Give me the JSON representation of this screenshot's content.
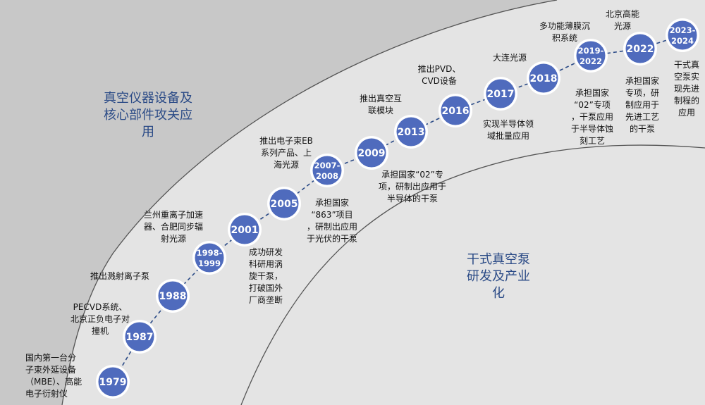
{
  "zones": {
    "upper": "真空仪器设备及\n核心部件攻关应\n用",
    "lower": "干式真空泵\n研发及产业\n化"
  },
  "colors": {
    "background": "#e4e4e4",
    "upper_band": "#c8c8c8",
    "node_fill": "#4f6bbd",
    "node_ring": "#ffffff",
    "zone_text": "#2a4a86",
    "timeline": "#2a4a86"
  },
  "milestones": [
    {
      "year": "1979",
      "note": "国内第一台分\n子束外延设备\n（MBE）、高能\n电子衍射仪"
    },
    {
      "year": "1987",
      "note": "PECVD系统、\n北京正负电子对\n撞机"
    },
    {
      "year": "1988",
      "note": "推出溅射离子泵"
    },
    {
      "year": "1998-\n1999",
      "note": "兰州重离子加速\n器、合肥同步辐\n射光源"
    },
    {
      "year": "2001",
      "note": "成功研发\n科研用涡\n旋干泵，\n打破国外\n厂商垄断"
    },
    {
      "year": "2005",
      "note": "推出电子束EB\n系列产品、上\n海光源"
    },
    {
      "year": "2007-\n2008",
      "note": "承担国家\n“863”项目\n，研制出应用\n于光伏的干泵"
    },
    {
      "year": "2009",
      "note": "承担国家“02”专\n项，研制出应用于\n半导体的干泵"
    },
    {
      "year": "2013",
      "note": "推出真空互\n联模块"
    },
    {
      "year": "2016",
      "note": "推出PVD、\nCVD设备"
    },
    {
      "year": "2017",
      "note": "实现半导体领\n域批量应用"
    },
    {
      "year": "2018",
      "note": "大连光源"
    },
    {
      "year": "2019-\n2022",
      "note": "承担国家\n“02”专项\n，干泵应用\n于半导体蚀\n刻工艺"
    },
    {
      "year": "2022",
      "note": "多功能薄膜沉\n积系统"
    },
    {
      "year": "2023-\n2024",
      "note": "北京高能\n光源"
    },
    {
      "extra_note": "承担国家\n专项，研\n制应用于\n先进工艺\n的干泵"
    },
    {
      "extra_note": "干式真\n空泵实\n现先进\n制程的\n应用"
    }
  ]
}
